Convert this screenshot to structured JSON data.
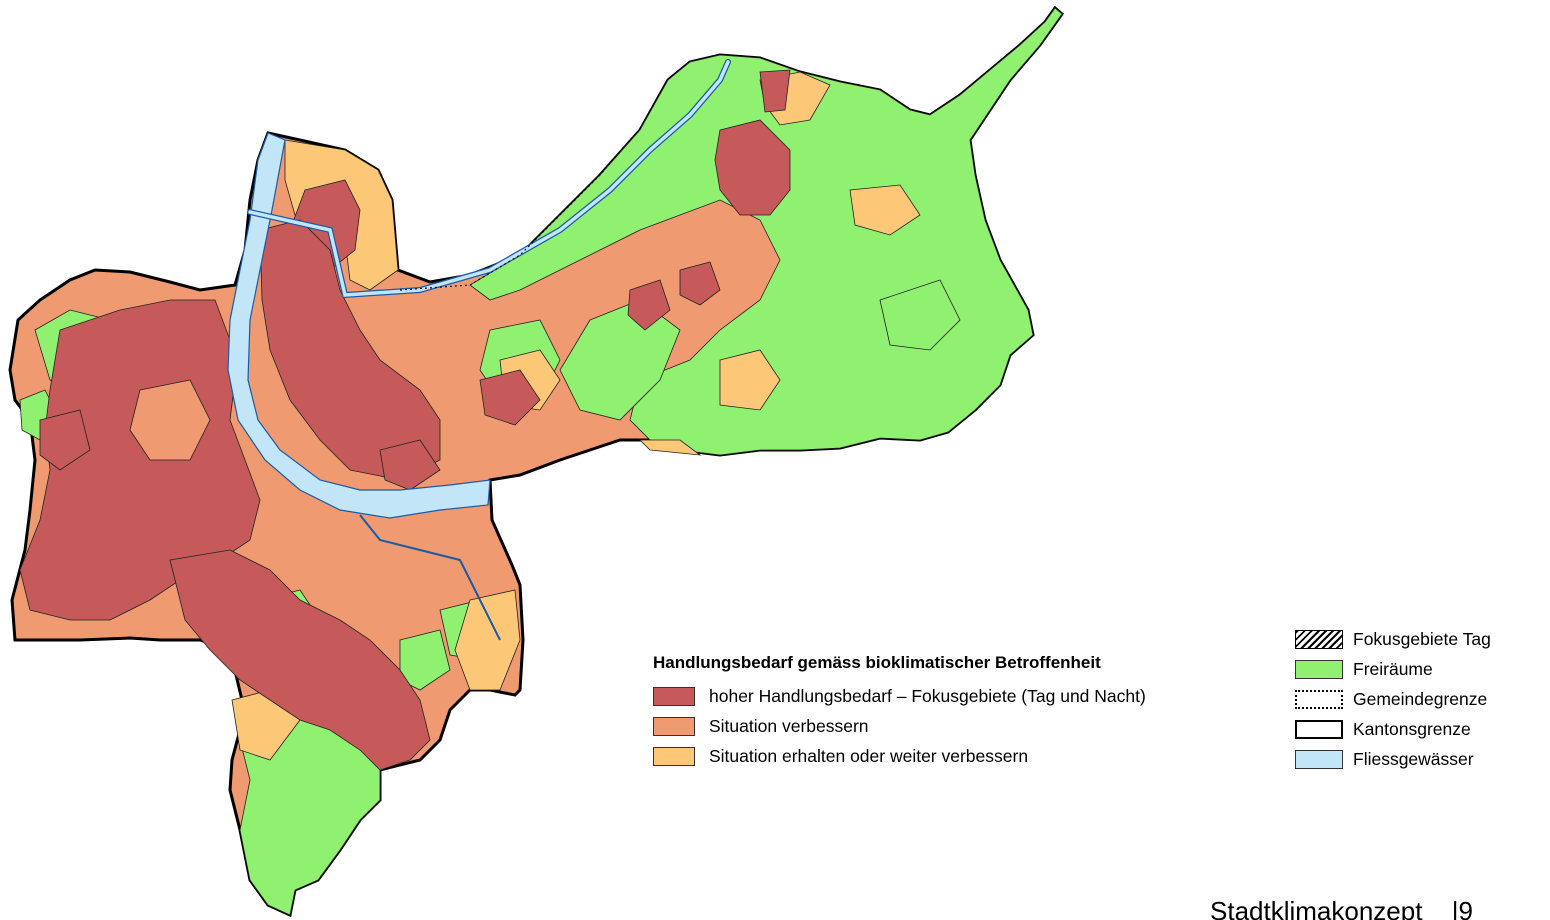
{
  "legend": {
    "title": "Handlungsbedarf gemäss bioklimatischer Betroffenheit",
    "categories": [
      {
        "label": "hoher Handlungsbedarf – Fokusgebiete (Tag und Nacht)",
        "color": "#c65a5a"
      },
      {
        "label": "Situation verbessern",
        "color": "#ef9a70"
      },
      {
        "label": "Situation erhalten oder weiter verbessern",
        "color": "#fcc878"
      }
    ],
    "layers": [
      {
        "label": "Fokusgebiete Tag",
        "style": "hatched",
        "icon": "hatched-square-icon"
      },
      {
        "label": "Freiräume",
        "style": "fill",
        "color": "#90f070",
        "icon": "green-square-icon"
      },
      {
        "label": "Gemeindegrenze",
        "style": "dotted",
        "icon": "dotted-square-icon"
      },
      {
        "label": "Kantonsgrenze",
        "style": "solid",
        "icon": "bold-outline-square-icon"
      },
      {
        "label": "Fliessgewässer",
        "style": "fill",
        "color": "#c2e6f8",
        "icon": "blue-square-icon"
      }
    ]
  },
  "footer": {
    "text": "Stadtklimakonzept",
    "page": "|9"
  },
  "colors": {
    "high_need": "#c65a5a",
    "improve": "#ef9a70",
    "maintain": "#fcc878",
    "open_space": "#90f070",
    "water": "#c2e6f8",
    "boundary": "#000000"
  }
}
